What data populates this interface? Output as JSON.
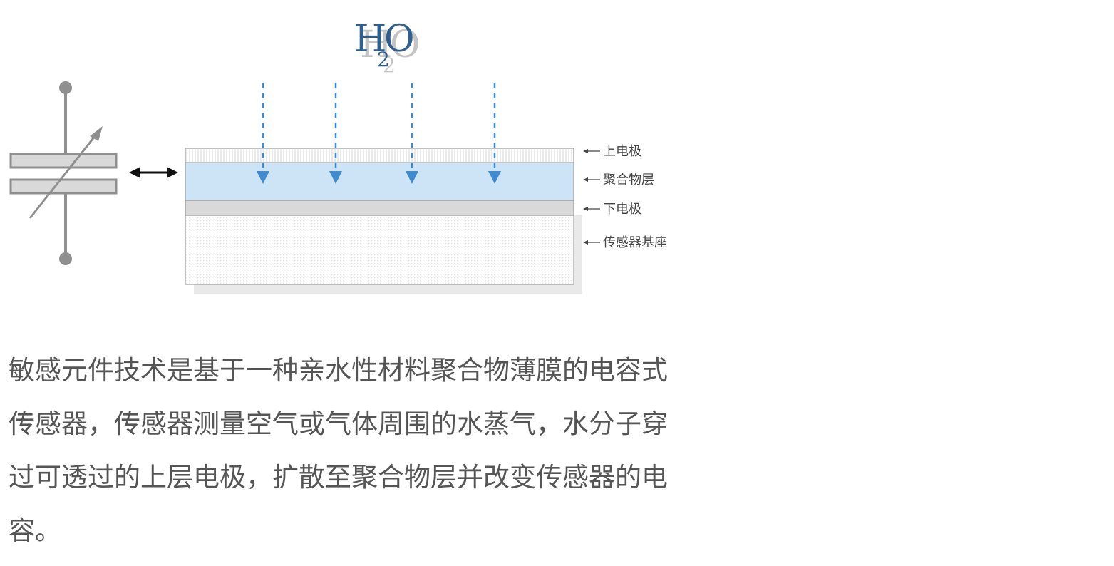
{
  "h2o": {
    "h": "H",
    "sub": "2",
    "o": "O"
  },
  "labels": {
    "top_electrode": "上电极",
    "polymer_layer": "聚合物层",
    "bottom_electrode": "下电极",
    "sensor_base": "传感器基座"
  },
  "description": "敏感元件技术是基于一种亲水性材料聚合物薄膜的电容式传感器，传感器测量空气或气体周围的水蒸气，水分子穿过可透过的上层电极，扩散至聚合物层并改变传感器的电容。",
  "colors": {
    "polymer_fill": "#cce4f6",
    "arrow_blue": "#3f8bcf",
    "electrode_gray": "#d9d9d9",
    "symbol_gray": "#8f8f8f",
    "text_gray": "#555555"
  }
}
